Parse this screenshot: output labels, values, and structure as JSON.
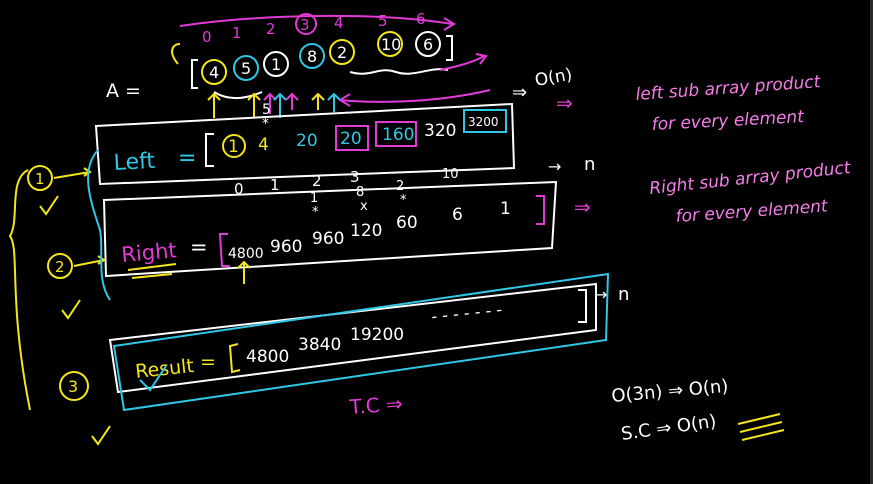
{
  "colors": {
    "white": "#ffffff",
    "yellow": "#f5e61a",
    "magenta": "#e23ad6",
    "cyan": "#2ec7e6",
    "pink": "#f47de8",
    "lightblue": "#8fb3ff",
    "orange": "#ff9a2a"
  },
  "array": {
    "label": "A =",
    "indices": [
      "0",
      "1",
      "2",
      "3",
      "4",
      "5",
      "6"
    ],
    "values": [
      "4",
      "5",
      "1",
      "8",
      "2",
      "10",
      "6"
    ]
  },
  "complexity": {
    "per_step": "O(n)",
    "arrows": "⇒",
    "step_n": "n"
  },
  "left": {
    "label": "Left",
    "eq": "=",
    "values": [
      "1",
      "4",
      "20",
      "20",
      "160",
      "320",
      "3200"
    ],
    "above_marks": [
      "5",
      "*"
    ],
    "below_indices": [
      "0",
      "1",
      "2",
      "3"
    ],
    "step": "1"
  },
  "right": {
    "label": "Right",
    "eq": "=",
    "values": [
      "4800",
      "960",
      "960",
      "120",
      "60",
      "6",
      "1"
    ],
    "above_marks": [
      "1",
      "*",
      "8",
      "x",
      "2",
      "*",
      "10"
    ],
    "step": "2"
  },
  "result": {
    "label": "Result",
    "eq": "=",
    "values": [
      "4800",
      "3840",
      "19200"
    ],
    "trailing": "- - - - - - -",
    "step": "3"
  },
  "notes": {
    "left_desc_line1": "left sub array product",
    "left_desc_line2": "for every element",
    "right_desc_line1": "Right sub array product",
    "right_desc_line2": "for every element"
  },
  "summary": {
    "tc": "T.C ⇒",
    "tc_formula": "O(3n) ⇒ O(n)",
    "sc_formula": "S.C ⇒ O(n)"
  }
}
